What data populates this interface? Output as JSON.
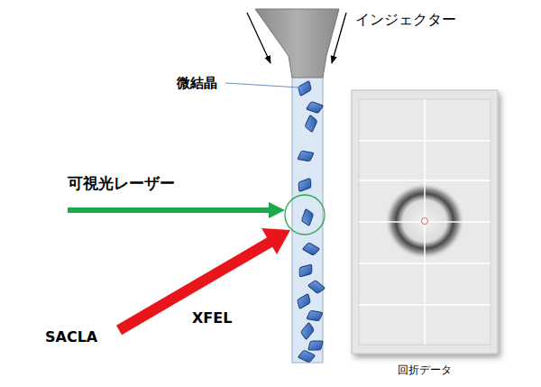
{
  "diagram": {
    "labels": [
      "インジェクター",
      "微結晶",
      "可視光レーザー",
      "XFEL",
      "SACLA",
      "回折データ"
    ]
  }
}
